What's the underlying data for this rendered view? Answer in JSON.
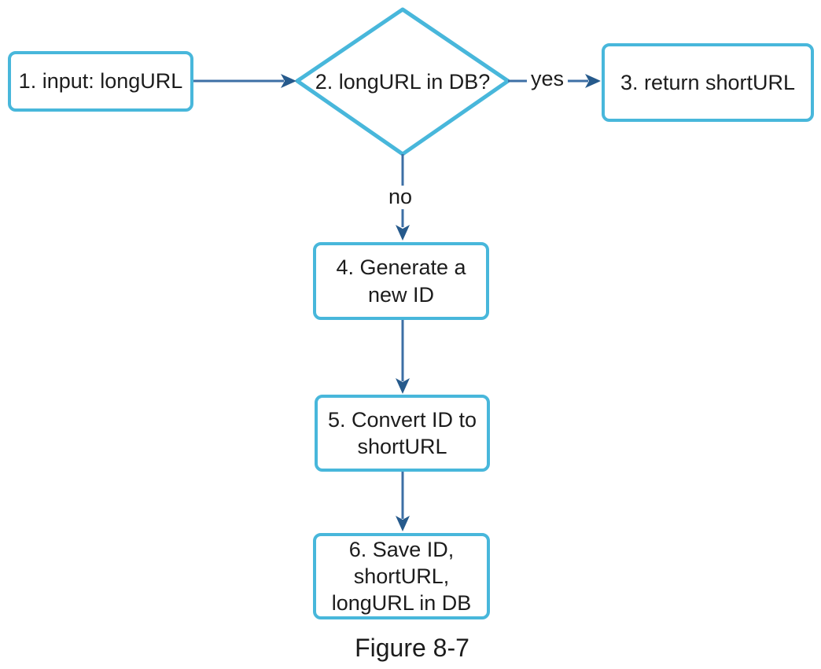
{
  "colors": {
    "node_border": "#48b7db",
    "connector": "#3d6fa5",
    "arrowhead": "#265a8c",
    "text": "#1c1c1c",
    "background": "#ffffff"
  },
  "diagram": {
    "type": "flowchart",
    "caption": "Figure 8-7",
    "nodes": {
      "input": {
        "shape": "rectangle",
        "label": "1. input: longURL"
      },
      "decision": {
        "shape": "diamond",
        "label": "2. longURL in DB?"
      },
      "return": {
        "shape": "rectangle",
        "label": "3. return shortURL"
      },
      "generate": {
        "shape": "rectangle",
        "label": "4. Generate a\nnew ID"
      },
      "convert": {
        "shape": "rectangle",
        "label": "5. Convert ID to\nshortURL"
      },
      "save": {
        "shape": "rectangle",
        "label": "6. Save ID,\nshortURL,\nlongURL in DB"
      }
    },
    "edges": {
      "input_to_decision": {
        "from": "input",
        "to": "decision",
        "label": ""
      },
      "decision_to_return": {
        "from": "decision",
        "to": "return",
        "label": "yes"
      },
      "decision_to_generate": {
        "from": "decision",
        "to": "generate",
        "label": "no"
      },
      "generate_to_convert": {
        "from": "generate",
        "to": "convert",
        "label": ""
      },
      "convert_to_save": {
        "from": "convert",
        "to": "save",
        "label": ""
      }
    }
  }
}
